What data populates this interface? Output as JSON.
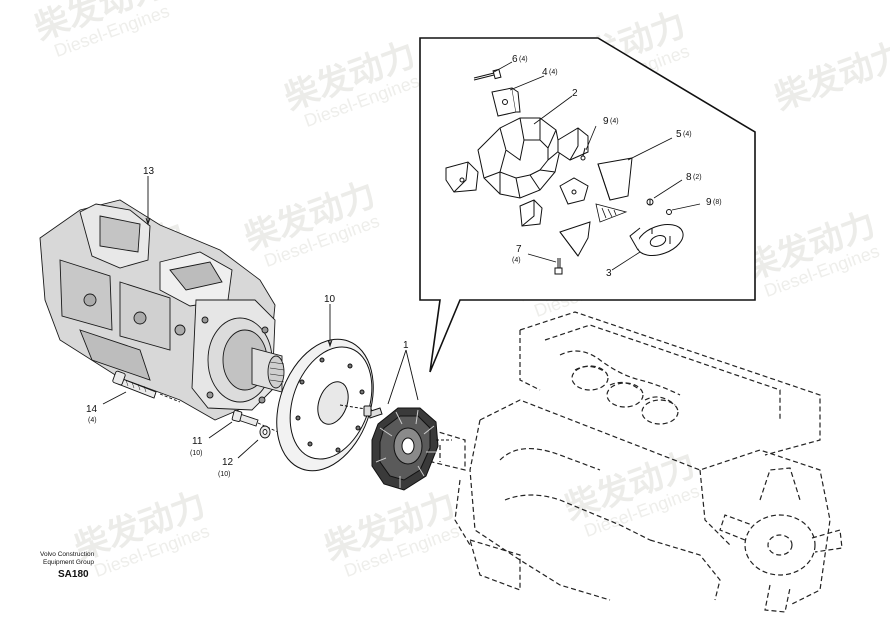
{
  "watermark": {
    "cn": "柴发动力",
    "en": "Diesel-Engines"
  },
  "callouts": [
    {
      "id": "c13",
      "num": "13",
      "qty": ""
    },
    {
      "id": "c10",
      "num": "10",
      "qty": ""
    },
    {
      "id": "c1",
      "num": "1",
      "qty": ""
    },
    {
      "id": "c14",
      "num": "14",
      "qty": "(4)"
    },
    {
      "id": "c11",
      "num": "11",
      "qty": "(10)"
    },
    {
      "id": "c12",
      "num": "12",
      "qty": "(10)"
    },
    {
      "id": "c6",
      "num": "6",
      "qty": "(4)"
    },
    {
      "id": "c4",
      "num": "4",
      "qty": "(4)"
    },
    {
      "id": "c2",
      "num": "2",
      "qty": ""
    },
    {
      "id": "c9a",
      "num": "9",
      "qty": "(4)"
    },
    {
      "id": "c5",
      "num": "5",
      "qty": "(4)"
    },
    {
      "id": "c8",
      "num": "8",
      "qty": "(2)"
    },
    {
      "id": "c9b",
      "num": "9",
      "qty": "(8)"
    },
    {
      "id": "c7",
      "num": "7",
      "qty": "(4)"
    },
    {
      "id": "c3",
      "num": "3",
      "qty": ""
    }
  ],
  "footer": {
    "line1": "Volvo Construction",
    "line2": "Equipment Group",
    "code": "SA180"
  }
}
